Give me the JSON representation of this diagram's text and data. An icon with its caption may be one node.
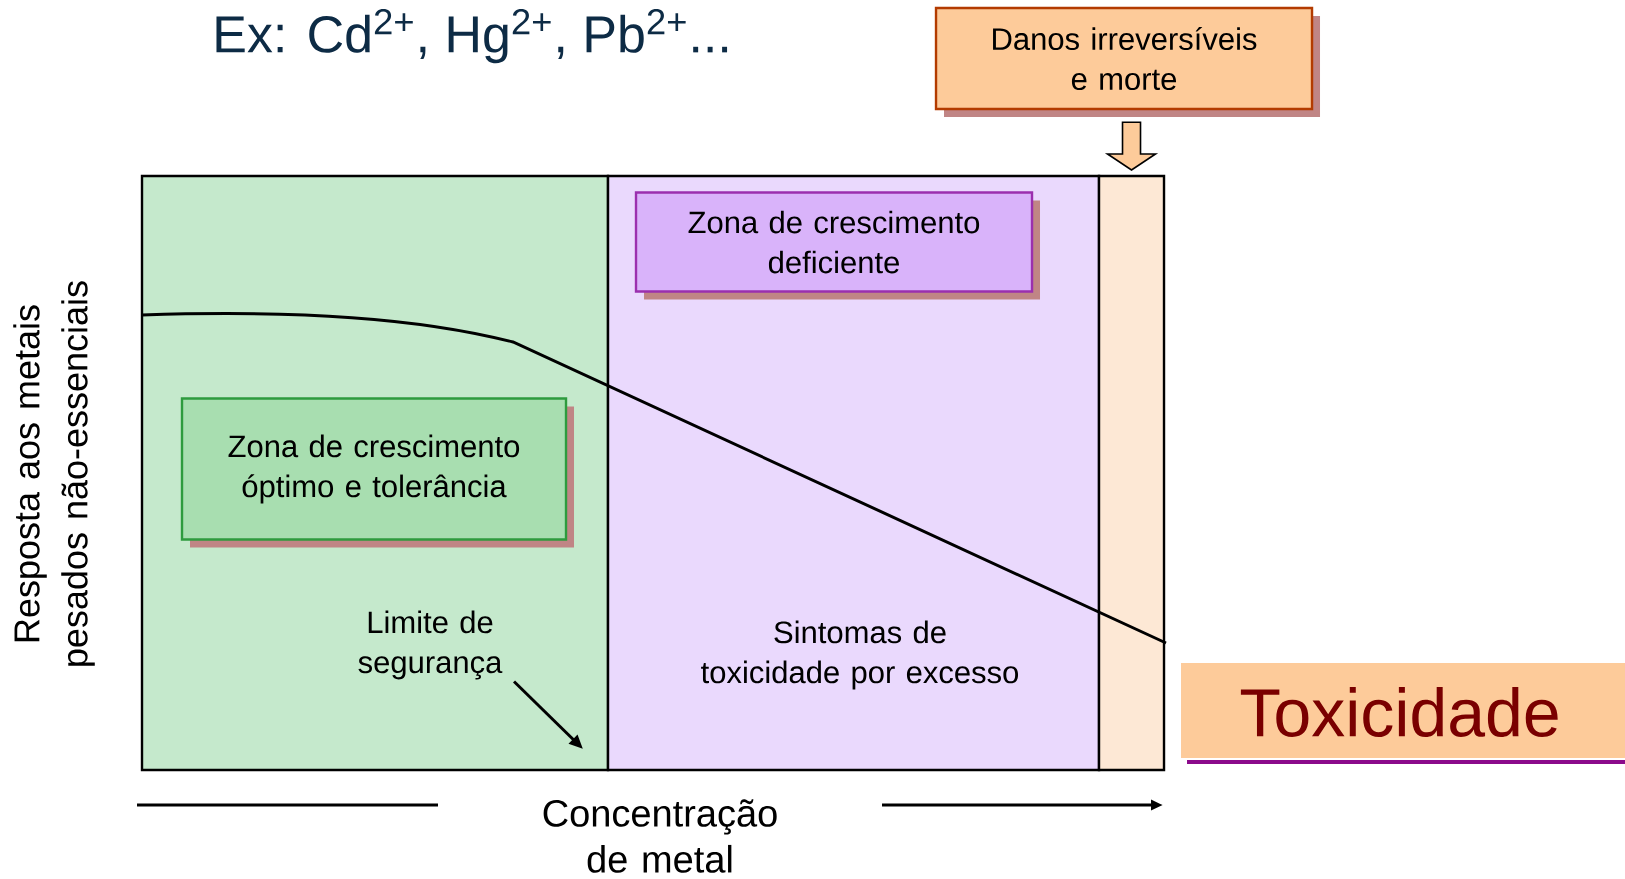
{
  "diagram": {
    "title": "Ex: Cd$^{2+}$, Hg$^{2+}$, Pb$^{2+}$...",
    "nodes": [
      {
        "text": [],
        "shape": "box"
      },
      {
        "text": [
          "Sintomas de toxicidade por excesso"
        ]
      },
      {
        "text": [],
        "shape": "box"
      },
      {
        "text": [
          "Zona de crescimento óptimo e tolerância"
        ],
        "in": 0
      },
      {
        "text": [
          "Zona de crescimento deficiente"
        ],
        "in": 1
      },
      {
        "text": [
          "Danos irreversíveis e morte"
        ]
      },
      {
        "text": [
          "Limite de segurança"
        ],
        "in": 0
      },
      {
        "text": [
          "Toxicidade"
        ]
      }
    ],
    "edges": [
      {
        "from": 5,
        "to": 2,
        "arrow": "to",
        "style": "thick"
      },
      {
        "from": 6,
        "to": null,
        "arrow": "to"
      }
    ],
    "labels": [
      "Resposta aos metais pesados não-essenciais",
      "Concentração de metal"
    ]
  }
}
